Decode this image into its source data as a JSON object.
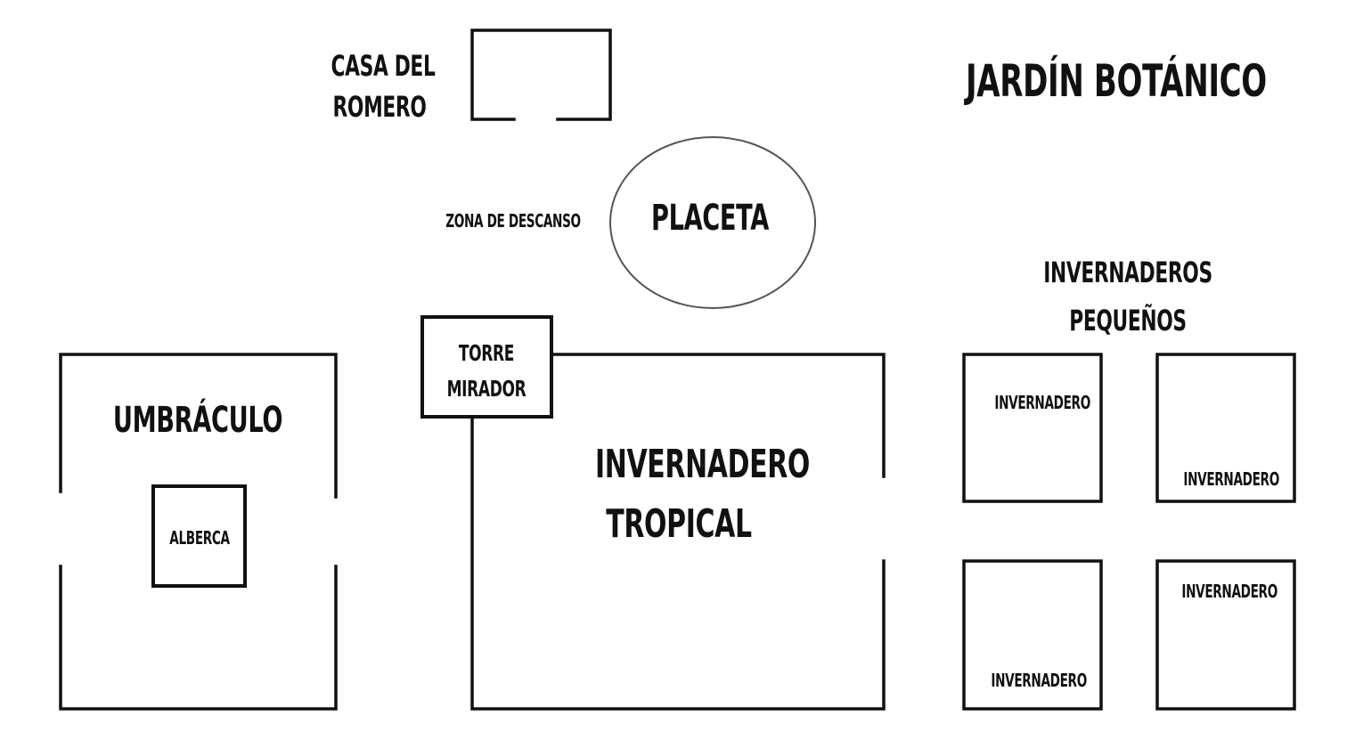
{
  "map": {
    "title": "JARDÍN BOTÁNICO",
    "colors": {
      "stroke": "#111111",
      "ellipse_stroke": "#555555",
      "background": "#ffffff"
    },
    "areas": {
      "casa_del_romero": {
        "line1": "CASA DEL",
        "line2": "ROMERO"
      },
      "placeta": {
        "label": "PLACETA",
        "side_label": "ZONA DE DESCANSO"
      },
      "umbraculo": {
        "label": "UMBRÁCULO",
        "inner_label": "ALBERCA"
      },
      "torre_mirador": {
        "line1": "TORRE",
        "line2": "MIRADOR"
      },
      "invernadero_tropical": {
        "line1": "INVERNADERO",
        "line2": "TROPICAL"
      },
      "invernaderos_pequenos": {
        "line1": "INVERNADEROS",
        "line2": "PEQUEÑOS",
        "items": [
          "INVERNADERO",
          "INVERNADERO",
          "INVERNADERO",
          "INVERNADERO"
        ]
      }
    }
  }
}
